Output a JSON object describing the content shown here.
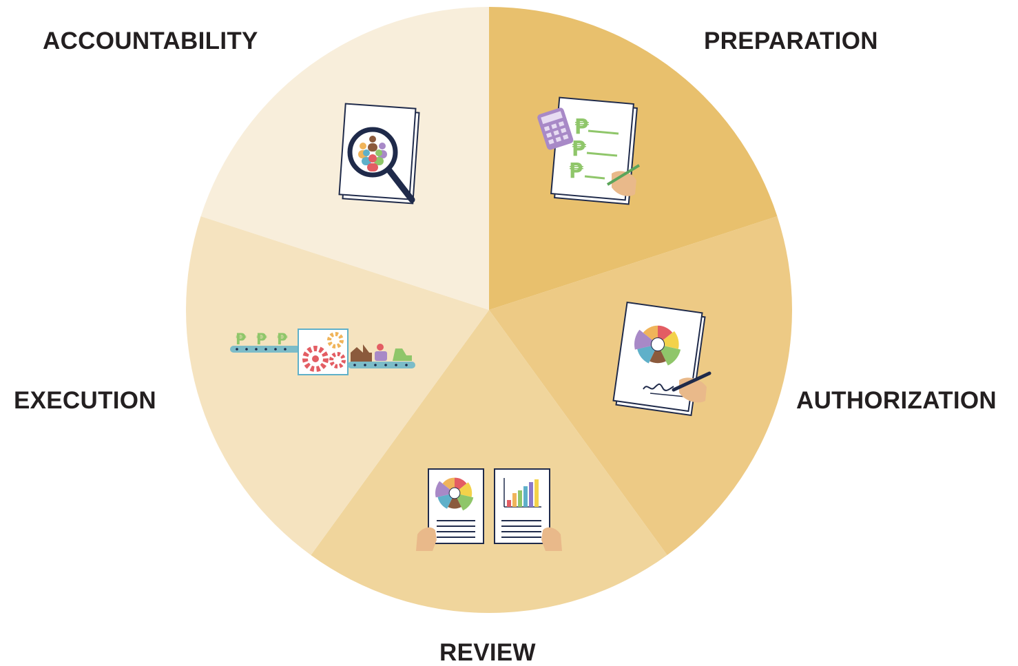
{
  "stages": [
    {
      "label": "PREPARATION",
      "color": "#e8c06d",
      "icon": "budget-document-calculator-icon"
    },
    {
      "label": "AUTHORIZATION",
      "color": "#edca85",
      "icon": "signed-document-icon"
    },
    {
      "label": "REVIEW",
      "color": "#f0d59c",
      "icon": "review-reports-icon"
    },
    {
      "label": "EXECUTION",
      "color": "#f5e3bf",
      "icon": "execution-conveyor-gears-icon"
    },
    {
      "label": "ACCOUNTABILITY",
      "color": "#f8eedb",
      "icon": "magnifier-people-document-icon"
    }
  ],
  "currency_symbol": "₱"
}
